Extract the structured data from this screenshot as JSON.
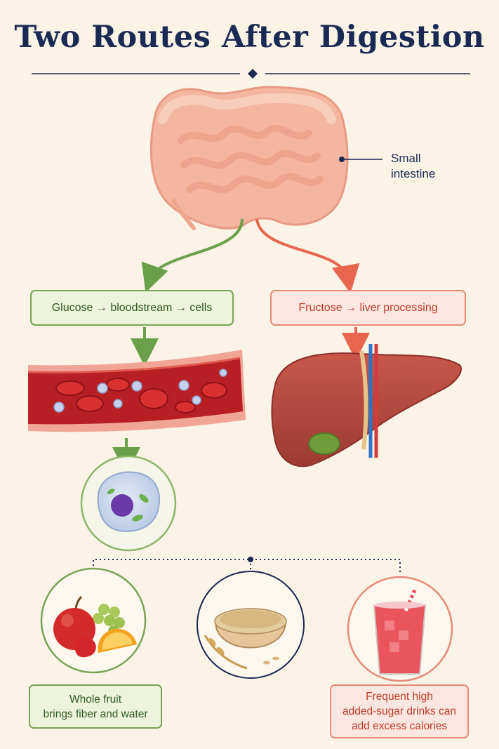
{
  "title": "Two Routes After Digestion",
  "intestine_label": "Small\nintestine",
  "routes": {
    "glucose": "Glucose → bloodstream → cells",
    "fructose": "Fructose → liver processing"
  },
  "notes": {
    "fruit": "Whole fruit\nbrings fiber and water",
    "drink": "Frequent high\nadded-sugar drinks can\nadd excess calories"
  },
  "colors": {
    "navy": "#1b2a55",
    "green": "#6aa04a",
    "red": "#e8664f",
    "background": "#faf3e6"
  },
  "icons": [
    "small-intestine-icon",
    "blood-vessel-icon",
    "liver-icon",
    "cell-icon",
    "fruit-icon",
    "oats-bowl-icon",
    "red-drink-icon"
  ]
}
